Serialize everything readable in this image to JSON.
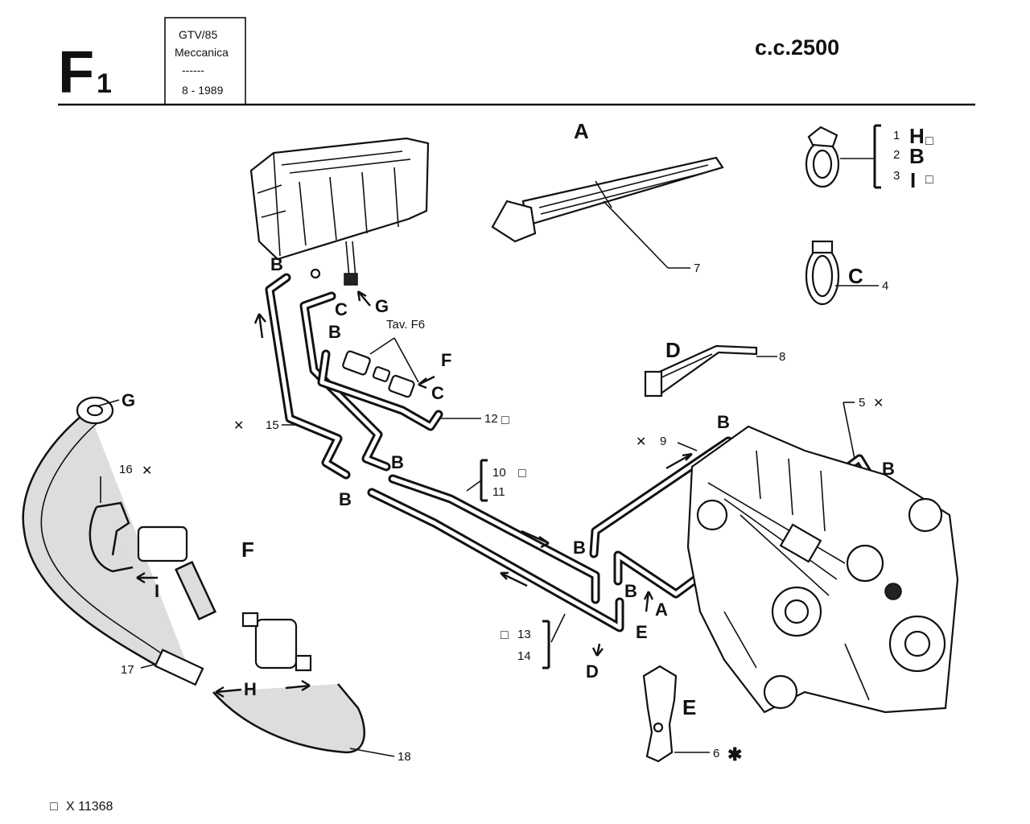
{
  "header": {
    "section_letter": "F",
    "section_number": "1",
    "model": "GTV/85",
    "group": "Meccanica",
    "separator": "------",
    "date": "8 - 1989",
    "displacement": "c.c.2500"
  },
  "footer": {
    "code_symbol": "□",
    "code": "X 11368"
  },
  "parts": {
    "p1": "1",
    "p2": "2",
    "p3": "3",
    "p4": "4",
    "p5": "5",
    "p6": "6",
    "p7": "7",
    "p8": "8",
    "p9": "9",
    "p10": "10",
    "p11": "11",
    "p12": "12",
    "p13": "13",
    "p14": "14",
    "p15": "15",
    "p16": "16",
    "p17": "17",
    "p18": "18"
  },
  "letters": {
    "A": "A",
    "B": "B",
    "C": "C",
    "D": "D",
    "E": "E",
    "F": "F",
    "G": "G",
    "H": "H",
    "I": "I"
  },
  "reference": "Tav. F6",
  "marks": {
    "box": "□",
    "cross": "✕",
    "star": "✱"
  }
}
